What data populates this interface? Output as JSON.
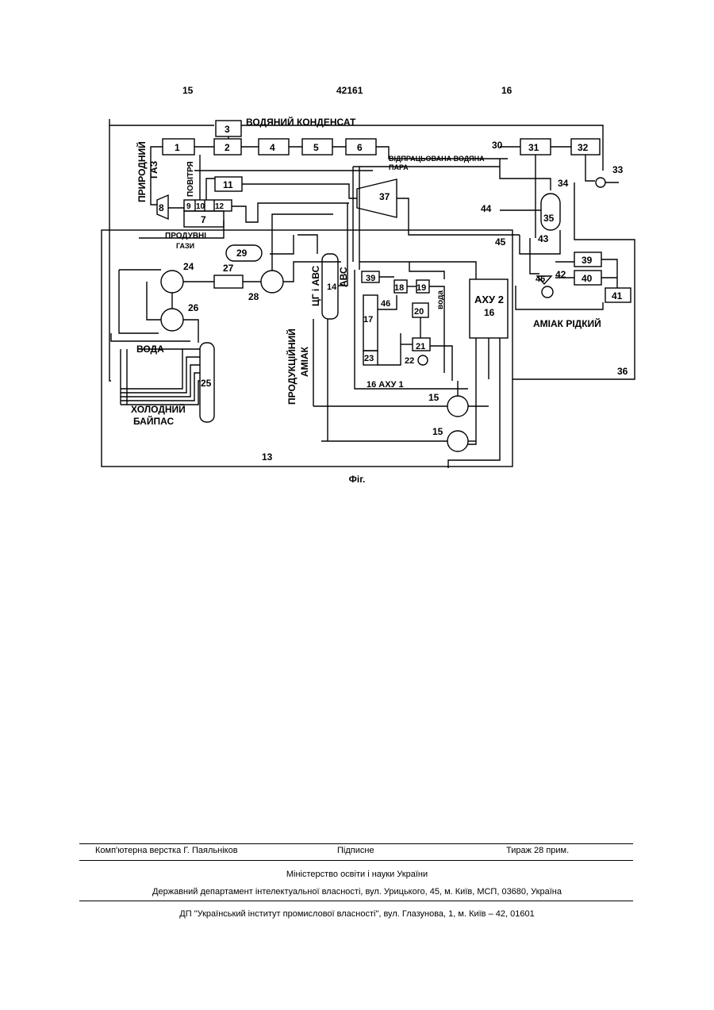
{
  "header": {
    "left_page": "15",
    "doc_number": "42161",
    "right_page": "16"
  },
  "figure": {
    "caption": "Фіг.",
    "labels": {
      "water_condensate": "ВОДЯНИЙ КОНДЕНСАТ",
      "natural_gas": "ПРИРОДНИЙ",
      "gas": "ГАЗ",
      "air": "ПОВІТРЯ",
      "waste_water": "ВІДПРАЦЬОВАНА ВОДЯНА",
      "steam": "ПАРА",
      "purge_gases": "ПРОДУВНІ",
      "gases": "ГАЗИ",
      "water": "ВОДА",
      "cold_bypass_1": "ХОЛОДНИЙ",
      "cold_bypass_2": "БАЙПАС",
      "product_1": "ПРОДУКЦІЙНИЙ",
      "product_2": "АМІАК",
      "tsg_abs": "ЦГ і АВС",
      "abs": "АВС",
      "water_v": "вода",
      "axu2": "АХУ 2",
      "axu1": "16  АХУ 1",
      "liquid_ammonia": "АМІАК РІДКИЙ",
      "n1": "1",
      "n2": "2",
      "n3": "3",
      "n4": "4",
      "n5": "5",
      "n6": "6",
      "n7": "7",
      "n8": "8",
      "n9": "9",
      "n10": "10",
      "n11": "11",
      "n12": "12",
      "n13": "13",
      "n14": "14",
      "n15": "15",
      "n16": "16",
      "n17": "17",
      "n18": "18",
      "n19": "19",
      "n20": "20",
      "n21": "21",
      "n22": "22",
      "n23": "23",
      "n24": "24",
      "n25": "25",
      "n26": "26",
      "n27": "27",
      "n28": "28",
      "n29": "29",
      "n30": "30",
      "n31": "31",
      "n32": "32",
      "n33": "33",
      "n34": "34",
      "n35": "35",
      "n36": "36",
      "n37": "37",
      "n39": "39",
      "n40": "40",
      "n41": "41",
      "n42": "42",
      "n43": "43",
      "n44": "44",
      "n45": "45",
      "n46": "46"
    }
  },
  "footer": {
    "layout": "Комп'ютерна верстка Г. Паяльніков",
    "signed": "Підписне",
    "circulation": "Тираж 28 прим.",
    "ministry": "Міністерство освіти і науки України",
    "department": "Державний департамент інтелектуальної власності, вул. Урицького, 45, м. Київ, МСП, 03680, Україна",
    "institute": "ДП \"Український інститут промислової власності\", вул. Глазунова, 1, м. Київ – 42, 01601"
  }
}
